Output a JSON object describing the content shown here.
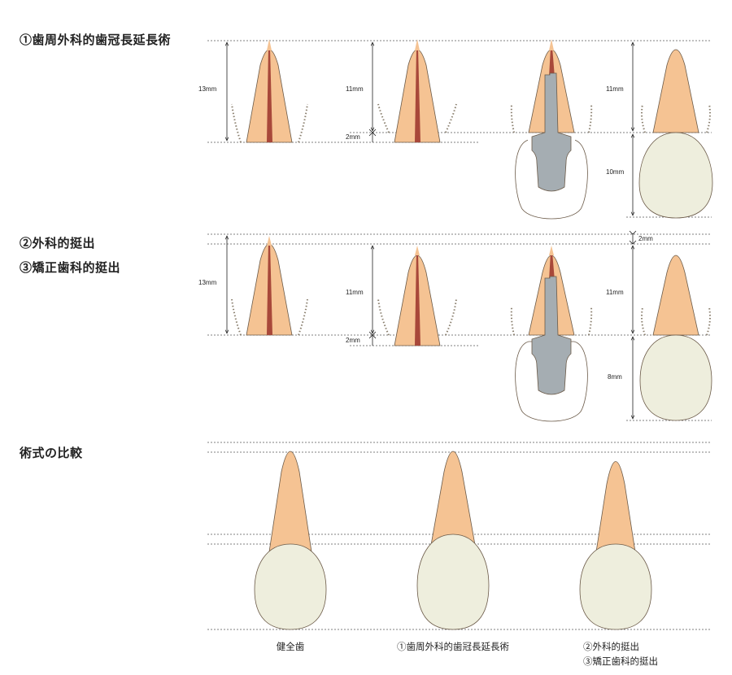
{
  "sections": {
    "s1": {
      "title": "①歯周外科的歯冠長延長術"
    },
    "s2": {
      "title": "②外科的挺出"
    },
    "s3": {
      "title": "③矯正歯科的挺出"
    },
    "s4": {
      "title": "術式の比較"
    }
  },
  "measurements": {
    "r1_a": "13mm",
    "r1_b": "11mm",
    "r1_c": "2mm",
    "r1_d": "11mm",
    "r1_e": "10mm",
    "r2_a": "13mm",
    "r2_b": "11mm",
    "r2_c": "2mm",
    "r2_d": "2mm",
    "r2_e": "11mm",
    "r2_f": "8mm"
  },
  "captions": {
    "c1": "健全歯",
    "c2": "①歯周外科的歯冠長延長術",
    "c3_line1": "②外科的挺出",
    "c3_line2": "③矯正歯科的挺出"
  },
  "colors": {
    "root": "#f5c393",
    "canal": "#a8483a",
    "post": "#a5adb2",
    "crown": "#eeeedd",
    "outline": "#6b5a48",
    "bone": "#8a7f6e"
  }
}
